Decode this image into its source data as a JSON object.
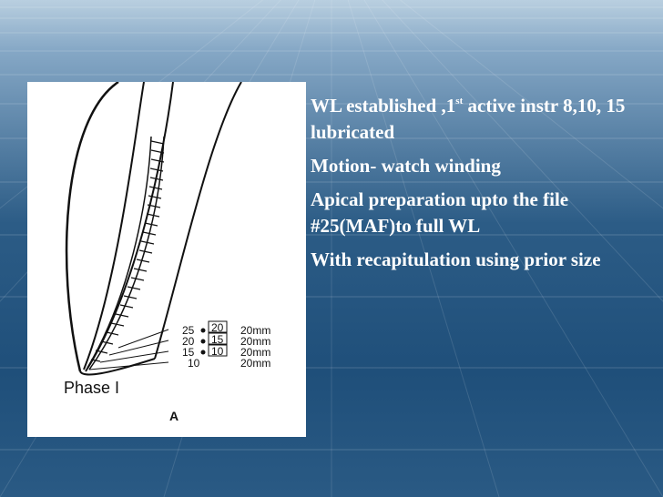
{
  "slide": {
    "bullets": [
      {
        "text_before": "WL established ,1",
        "sup": "st",
        "text_after": " active instr 8,10, 15 lubricated"
      },
      {
        "text": "Motion- watch winding"
      },
      {
        "text": "Apical preparation upto the file #25(MAF)to full WL"
      },
      {
        "text": "With recapitulation using prior size"
      }
    ]
  },
  "figure": {
    "caption": "Phase I",
    "panel_label": "A",
    "files": [
      {
        "size": "25",
        "marker": "20",
        "length": "20mm"
      },
      {
        "size": "20",
        "marker": "15",
        "length": "20mm"
      },
      {
        "size": "15",
        "marker": "10",
        "length": "20mm"
      },
      {
        "size": "10",
        "marker": "",
        "length": "20mm"
      }
    ]
  },
  "colors": {
    "background_dark": "#1f4f7a",
    "background_light": "#b9cfe0",
    "text": "#ffffff",
    "figure_bg": "#ffffff"
  }
}
